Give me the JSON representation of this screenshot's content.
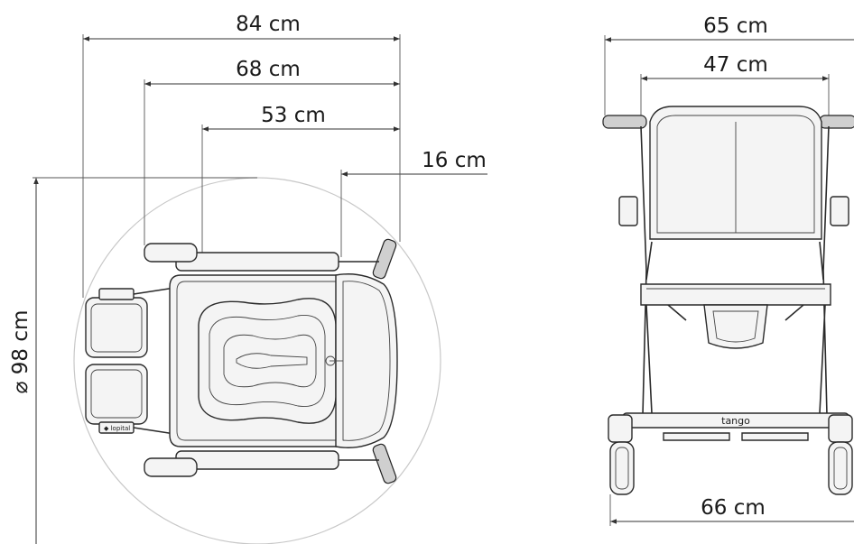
{
  "top_view": {
    "dims": {
      "length_total": "84 cm",
      "length_seat": "68 cm",
      "length_frame": "53 cm",
      "handle_offset": "16 cm",
      "turning_diameter": "⌀ 98 cm"
    },
    "footrest_brand": "◆ lopital"
  },
  "front_view": {
    "dims": {
      "width_total": "65 cm",
      "width_inner": "47 cm",
      "width_base": "66 cm"
    },
    "brand_label": "tango"
  }
}
